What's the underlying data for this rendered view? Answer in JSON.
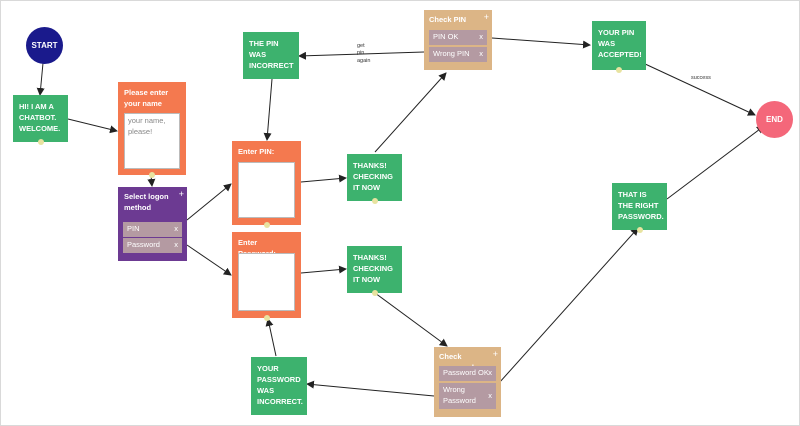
{
  "nodes": {
    "start": "START",
    "end": "END",
    "welcome": "HI! I AM A CHATBOT. WELCOME.",
    "enter_name": {
      "title": "Please enter your name",
      "placeholder": "your name, please!"
    },
    "select_logon": {
      "title": "Select logon method",
      "options": [
        "PIN",
        "Password"
      ]
    },
    "enter_pin": {
      "title": "Enter PIN:"
    },
    "enter_password": {
      "title": "Enter Password:"
    },
    "thanks_pin": "THANKS! CHECKING IT NOW",
    "thanks_password": "THANKS! CHECKING IT NOW",
    "check_pin": {
      "title": "Check PIN",
      "options": [
        "PIN OK",
        "Wrong PIN"
      ]
    },
    "check_password": {
      "title": "Check password",
      "options": [
        "Password OK",
        "Wrong Password"
      ]
    },
    "pin_incorrect": "THE PIN WAS INCORRECT",
    "pin_accepted": "YOUR PIN WAS ACCEPTED!",
    "password_right": "THAT IS THE RIGHT PASSWORD.",
    "password_incorrect": "YOUR PASSWORD WAS INCORRECT."
  },
  "edge_labels": {
    "get_pin_again": "get\npin\nagain",
    "success": "success"
  },
  "symbols": {
    "remove": "x",
    "add": "+"
  },
  "colors": {
    "message": "#3db26e",
    "input": "#f4794f",
    "choice": "#6c3a92",
    "check": "#dcb586",
    "start": "#1a1a8c",
    "end": "#f4677a"
  }
}
